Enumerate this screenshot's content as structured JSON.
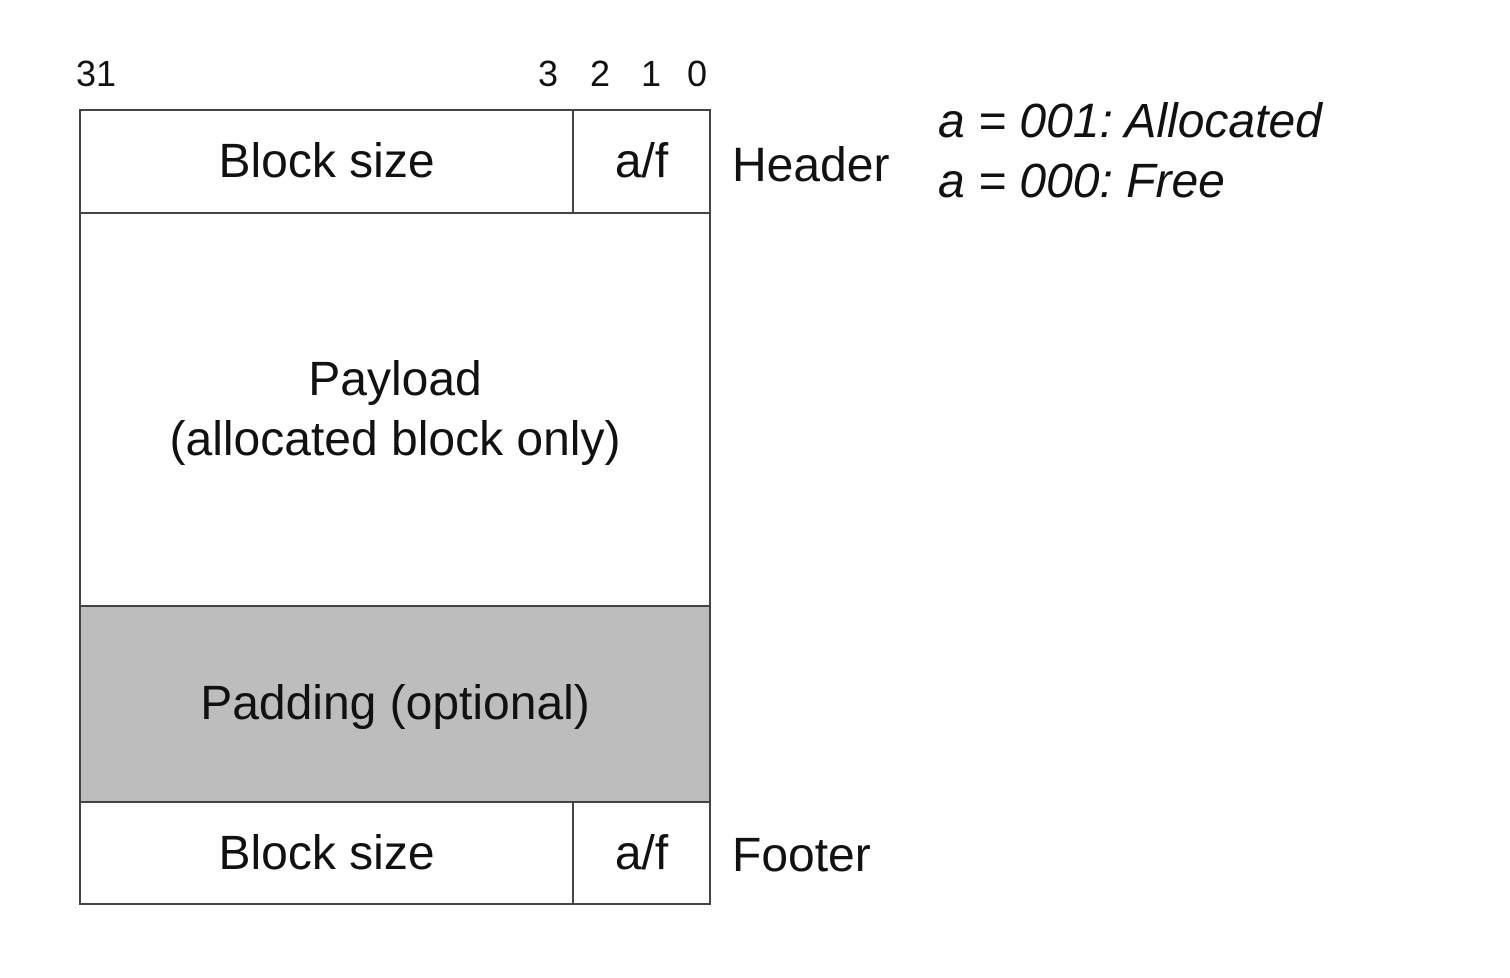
{
  "bit_positions": {
    "high": "31",
    "b3": "3",
    "b2": "2",
    "b1": "1",
    "b0": "0"
  },
  "header_row": {
    "size_label": "Block size",
    "flag_label": "a/f",
    "side_label": "Header"
  },
  "payload_row": {
    "line1": "Payload",
    "line2": "(allocated block only)"
  },
  "padding_row": {
    "label": "Padding (optional)",
    "fill_color": "#bdbdbd"
  },
  "footer_row": {
    "size_label": "Block size",
    "flag_label": "a/f",
    "side_label": "Footer"
  },
  "legend": {
    "allocated": "a = 001: Allocated",
    "free": "a = 000: Free"
  }
}
